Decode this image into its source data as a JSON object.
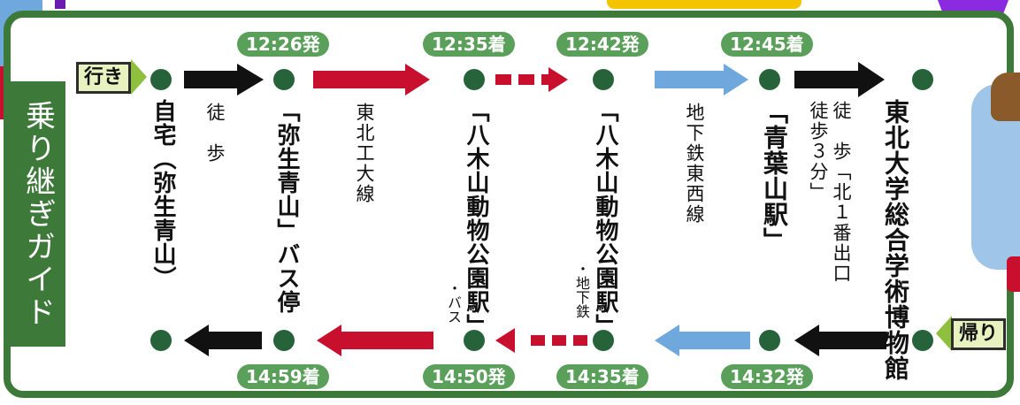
{
  "guide_title": "乗り継ぎガイド",
  "outbound_label": "行き",
  "return_label": "帰り",
  "stops": {
    "home": "自宅（弥生青山）",
    "yayoi_bus": "「弥生青山」バス停",
    "yagiyama_bus": "「八木山動物公園駅」",
    "yagiyama_bus_note": "・バス",
    "yagiyama_subway": "「八木山動物公園駅」",
    "yagiyama_subway_note": "・地下鉄",
    "aobayama": "「青葉山駅」",
    "museum": "東北大学総合学術博物館"
  },
  "routes": {
    "walk": "徒　歩",
    "bus": "東北工大線",
    "subway": "地下鉄東西線",
    "walk_final_line1": "徒　歩「北１番出口",
    "walk_final_line2": "徒歩３分」"
  },
  "outbound_times": {
    "t1": "12:26発",
    "t2": "12:35着",
    "t3": "12:42発",
    "t4": "12:45着"
  },
  "return_times": {
    "t1": "14:59着",
    "t2": "14:50発",
    "t3": "14:35着",
    "t4": "14:32発"
  },
  "colors": {
    "frame_green": "#3d7a3a",
    "badge_green": "#5aa05a",
    "dot_green": "#26633a",
    "walk": "#111111",
    "bus": "#c8102e",
    "subway": "#6fa8dc"
  }
}
